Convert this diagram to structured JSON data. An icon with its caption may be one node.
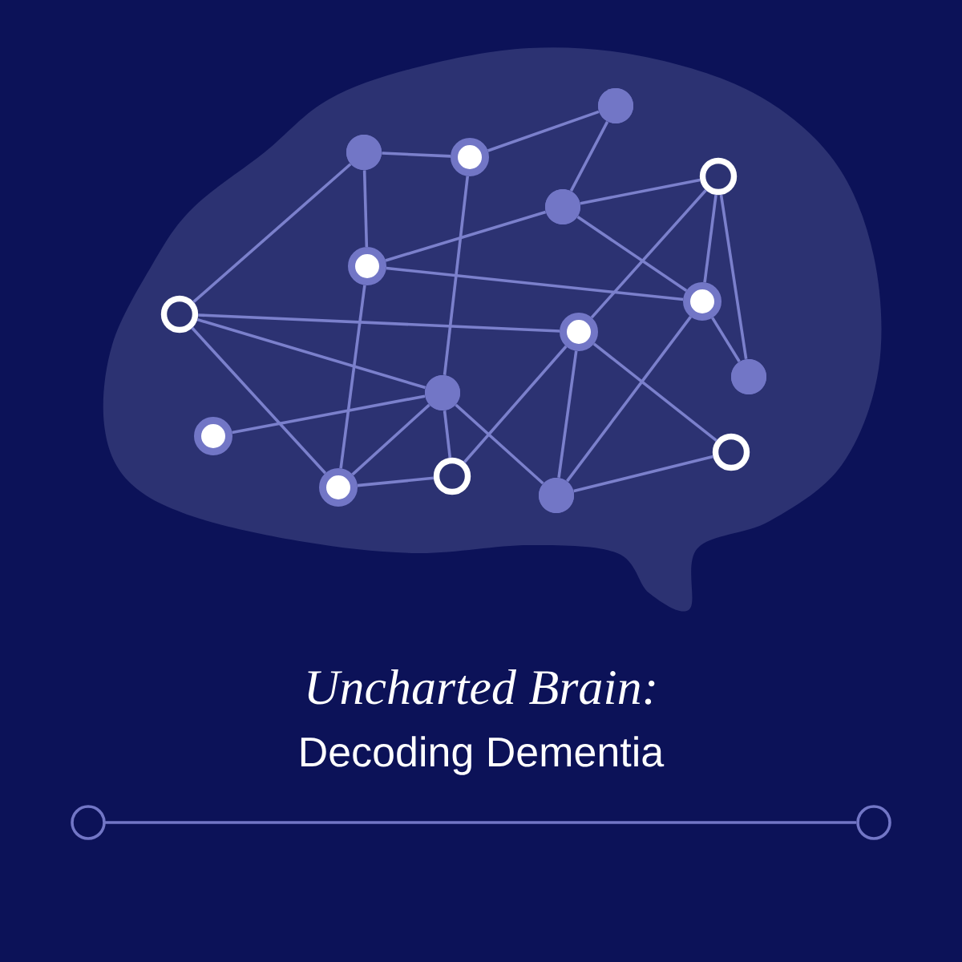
{
  "diagram": {
    "title": "Uncharted Brain:",
    "nodes": [
      {
        "text": [],
        "shape": "circle"
      },
      {
        "text": [],
        "shape": "circle"
      },
      {
        "text": [],
        "shape": "circle"
      },
      {
        "text": [],
        "shape": "circle"
      },
      {
        "text": [],
        "shape": "circle"
      },
      {
        "text": [],
        "shape": "circle"
      },
      {
        "text": [],
        "shape": "circle"
      },
      {
        "text": [],
        "shape": "circle"
      },
      {
        "text": [],
        "shape": "circle"
      },
      {
        "text": [],
        "shape": "circle"
      },
      {
        "text": [],
        "shape": "circle"
      },
      {
        "text": [],
        "shape": "circle"
      },
      {
        "text": [],
        "shape": "circle"
      },
      {
        "text": [],
        "shape": "circle"
      },
      {
        "text": [],
        "shape": "circle"
      },
      {
        "text": [],
        "shape": "circle"
      }
    ],
    "edges": [
      {
        "from": 1,
        "to": 2,
        "arrow": "none"
      },
      {
        "from": 2,
        "to": 0,
        "arrow": "none"
      },
      {
        "from": 0,
        "to": 4,
        "arrow": "none"
      },
      {
        "from": 4,
        "to": 5,
        "arrow": "none"
      },
      {
        "from": 4,
        "to": 3,
        "arrow": "none"
      },
      {
        "from": 4,
        "to": 7,
        "arrow": "none"
      },
      {
        "from": 1,
        "to": 5,
        "arrow": "none"
      },
      {
        "from": 1,
        "to": 6,
        "arrow": "none"
      },
      {
        "from": 2,
        "to": 10,
        "arrow": "none"
      },
      {
        "from": 5,
        "to": 7,
        "arrow": "none"
      },
      {
        "from": 5,
        "to": 14,
        "arrow": "none"
      },
      {
        "from": 6,
        "to": 8,
        "arrow": "none"
      },
      {
        "from": 6,
        "to": 10,
        "arrow": "none"
      },
      {
        "from": 6,
        "to": 14,
        "arrow": "none"
      },
      {
        "from": 11,
        "to": 10,
        "arrow": "none"
      },
      {
        "from": 10,
        "to": 14,
        "arrow": "none"
      },
      {
        "from": 10,
        "to": 13,
        "arrow": "none"
      },
      {
        "from": 13,
        "to": 14,
        "arrow": "none"
      },
      {
        "from": 3,
        "to": 8,
        "arrow": "none"
      },
      {
        "from": 3,
        "to": 7,
        "arrow": "none"
      },
      {
        "from": 3,
        "to": 9,
        "arrow": "none"
      },
      {
        "from": 7,
        "to": 9,
        "arrow": "none"
      },
      {
        "from": 7,
        "to": 15,
        "arrow": "none"
      },
      {
        "from": 8,
        "to": 15,
        "arrow": "none"
      },
      {
        "from": 8,
        "to": 13,
        "arrow": "none"
      },
      {
        "from": 8,
        "to": 12,
        "arrow": "none"
      },
      {
        "from": 10,
        "to": 15,
        "arrow": "none"
      },
      {
        "from": 15,
        "to": 12,
        "arrow": "none"
      }
    ],
    "labels": [
      "Decoding Dementia"
    ]
  }
}
